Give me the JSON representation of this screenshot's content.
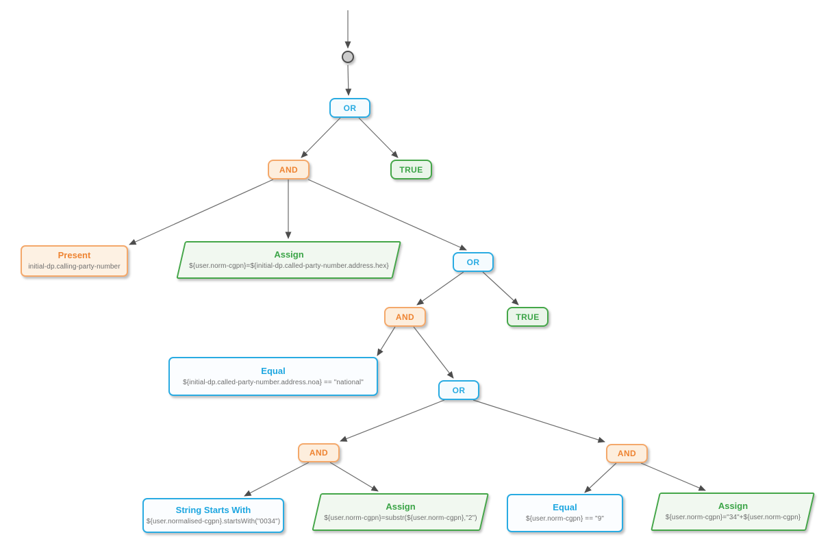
{
  "nodes": {
    "start": {
      "kind": "start"
    },
    "or1": {
      "kind": "operator",
      "label": "OR"
    },
    "and1": {
      "kind": "operator",
      "label": "AND"
    },
    "true1": {
      "kind": "result",
      "label": "TRUE"
    },
    "present1": {
      "kind": "condition",
      "title": "Present",
      "code": "initial-dp.calling-party-number"
    },
    "assign1": {
      "kind": "action",
      "title": "Assign",
      "code": "${user.norm-cgpn}=${initial-dp.called-party-number.address.hex}"
    },
    "or2": {
      "kind": "operator",
      "label": "OR"
    },
    "and2": {
      "kind": "operator",
      "label": "AND"
    },
    "true2": {
      "kind": "result",
      "label": "TRUE"
    },
    "equal1": {
      "kind": "condition",
      "title": "Equal",
      "code": "${initial-dp.called-party-number.address.noa} == \"national\""
    },
    "or3": {
      "kind": "operator",
      "label": "OR"
    },
    "and3": {
      "kind": "operator",
      "label": "AND"
    },
    "and4": {
      "kind": "operator",
      "label": "AND"
    },
    "ssw1": {
      "kind": "condition",
      "title": "String Starts With",
      "code": "${user.normalised-cgpn}.startsWith(\"0034\")"
    },
    "assign2": {
      "kind": "action",
      "title": "Assign",
      "code": "${user.norm-cgpn}=substr(${user.norm-cgpn},\"2\")"
    },
    "equal2": {
      "kind": "condition",
      "title": "Equal",
      "code": "${user.norm-cgpn} == \"9\""
    },
    "assign3": {
      "kind": "action",
      "title": "Assign",
      "code": "${user.norm-cgpn}=\"34\"+${user.norm-cgpn}"
    }
  },
  "edges": [
    {
      "from": "entry",
      "to": "start"
    },
    {
      "from": "start",
      "to": "or1"
    },
    {
      "from": "or1",
      "to": "and1"
    },
    {
      "from": "or1",
      "to": "true1"
    },
    {
      "from": "and1",
      "to": "present1"
    },
    {
      "from": "and1",
      "to": "assign1"
    },
    {
      "from": "and1",
      "to": "or2"
    },
    {
      "from": "or2",
      "to": "and2"
    },
    {
      "from": "or2",
      "to": "true2"
    },
    {
      "from": "and2",
      "to": "equal1"
    },
    {
      "from": "and2",
      "to": "or3"
    },
    {
      "from": "or3",
      "to": "and3"
    },
    {
      "from": "or3",
      "to": "and4"
    },
    {
      "from": "and3",
      "to": "ssw1"
    },
    {
      "from": "and3",
      "to": "assign2"
    },
    {
      "from": "and4",
      "to": "equal2"
    },
    {
      "from": "and4",
      "to": "assign3"
    }
  ],
  "colors": {
    "or_border": "#29abe2",
    "or_fill": "#f5fbfe",
    "or_text": "#29abe2",
    "and_border": "#f4a86a",
    "and_fill": "#fdeedd",
    "and_text": "#ee8433",
    "true_border": "#44a648",
    "true_fill": "#eaf5ea",
    "true_text": "#3ba447",
    "condition_border": "#29abe2",
    "condition_fill": "#fbfdff",
    "condition_title": "#1da6e0",
    "present_border": "#f4a86a",
    "present_fill": "#fdf1e3",
    "present_title": "#ee8433",
    "action_border": "#44a648",
    "action_fill": "#f1f8f0",
    "action_title": "#3ba447",
    "code_text": "#6e6e6e",
    "edge": "#6b6b6b",
    "arrowhead": "#4d4d4d",
    "start_fill": "#cccccc",
    "start_border": "#4d4d4d"
  }
}
